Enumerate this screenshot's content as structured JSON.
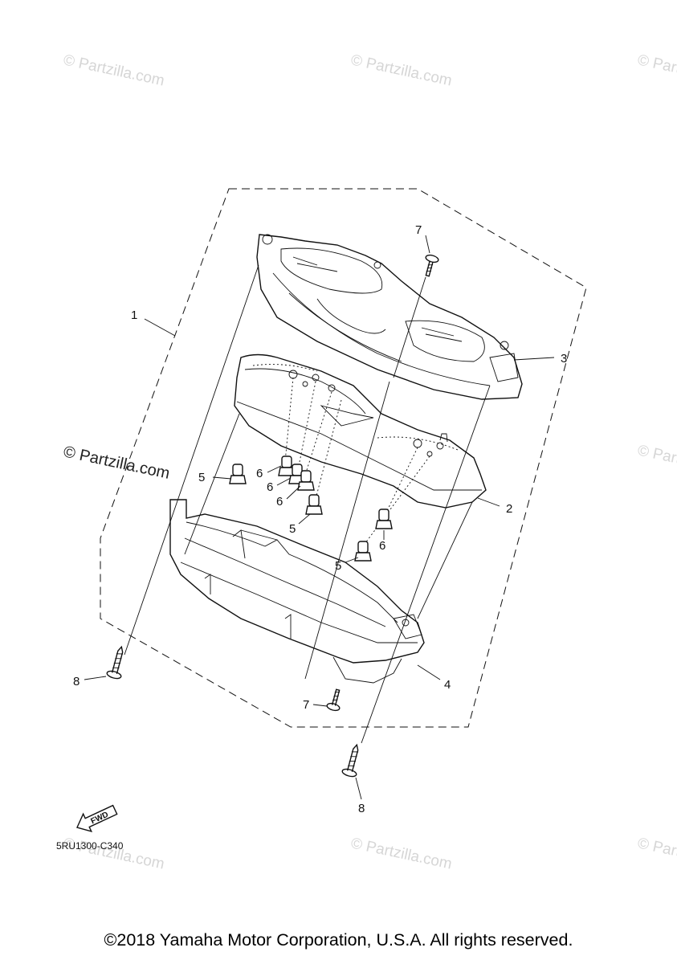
{
  "watermark": {
    "text": "© Partzilla.com"
  },
  "callouts": {
    "c1": "1",
    "c2": "2",
    "c3": "3",
    "c4": "4",
    "c5a": "5",
    "c5b": "5",
    "c5c": "5",
    "c6a": "6",
    "c6b": "6",
    "c6c": "6",
    "c6d": "6",
    "c7a": "7",
    "c7b": "7",
    "c8a": "8",
    "c8b": "8"
  },
  "fwd_label": "FWD",
  "diagram_code": "5RU1300-C340",
  "copyright": "©2018 Yamaha Motor Corporation, U.S.A. All rights reserved."
}
